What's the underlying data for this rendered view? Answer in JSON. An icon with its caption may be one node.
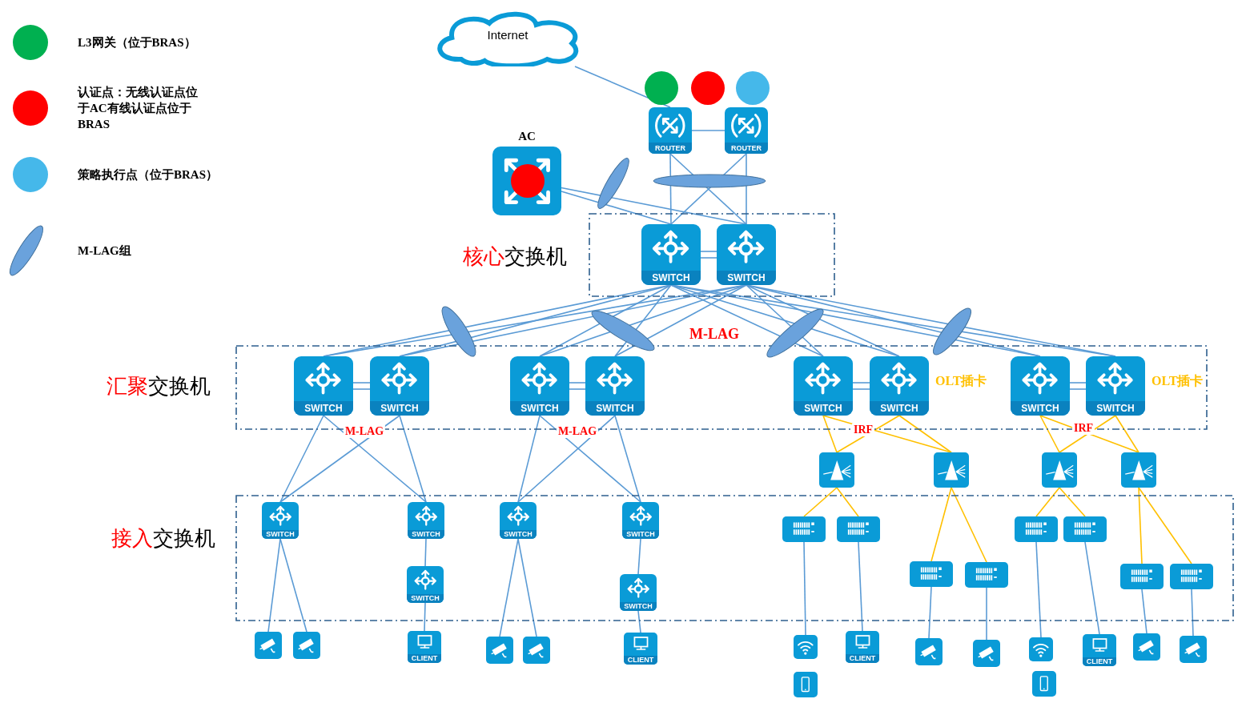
{
  "diagram": {
    "nodes": [
      {
        "text": [
          "Internet"
        ]
      },
      {
        "text": [
          "ROUTER"
        ]
      },
      {
        "text": [
          "ROUTER"
        ]
      },
      {
        "text": [
          "AC"
        ]
      },
      {
        "text": [
          "**核心**交换机"
        ]
      },
      {
        "text": [
          "SWITCH"
        ],
        "in": 4
      },
      {
        "text": [
          "SWITCH"
        ],
        "in": 4
      },
      {
        "text": [
          "**汇聚**交换机"
        ]
      },
      {
        "text": [
          "SWITCH"
        ],
        "in": 7
      },
      {
        "text": [
          "SWITCH"
        ],
        "in": 7
      },
      {
        "text": [
          "SWITCH"
        ],
        "in": 7
      },
      {
        "text": [
          "SWITCH"
        ],
        "in": 7
      },
      {
        "text": [
          "SWITCH"
        ],
        "in": 7
      },
      {
        "text": [
          "SWITCH"
        ],
        "in": 7,
        "beside": [
          "OLT插卡"
        ]
      },
      {
        "text": [
          "SWITCH"
        ],
        "in": 7
      },
      {
        "text": [
          "SWITCH"
        ],
        "in": 7,
        "beside": [
          "OLT插卡"
        ]
      },
      {
        "text": [
          "**接入**交换机"
        ]
      },
      {
        "text": [
          "SWITCH"
        ],
        "in": 16
      },
      {
        "text": [
          "SWITCH"
        ],
        "in": 16
      },
      {
        "text": [
          "SWITCH"
        ],
        "in": 16
      },
      {
        "text": [
          "SWITCH"
        ],
        "in": 16
      },
      {
        "text": [
          "SWITCH"
        ],
        "in": 16
      },
      {
        "text": [
          "SWITCH"
        ],
        "in": 16
      },
      {
        "text": [],
        "shape": "picture"
      },
      {
        "text": [],
        "shape": "picture"
      },
      {
        "text": [],
        "shape": "picture"
      },
      {
        "text": [],
        "shape": "picture"
      },
      {
        "text": [],
        "shape": "picture",
        "in": 16
      },
      {
        "text": [],
        "shape": "picture",
        "in": 16
      },
      {
        "text": [],
        "shape": "picture",
        "in": 16
      },
      {
        "text": [],
        "shape": "picture",
        "in": 16
      },
      {
        "text": [],
        "shape": "picture",
        "in": 16
      },
      {
        "text": [],
        "shape": "picture",
        "in": 16
      },
      {
        "text": [],
        "shape": "picture",
        "in": 16
      },
      {
        "text": [],
        "shape": "picture",
        "in": 16
      },
      {
        "text": [],
        "shape": "picture"
      },
      {
        "text": [],
        "shape": "picture"
      },
      {
        "text": [
          "CLIENT"
        ]
      },
      {
        "text": [],
        "shape": "picture"
      },
      {
        "text": [],
        "shape": "picture"
      },
      {
        "text": [
          "CLIENT"
        ]
      },
      {
        "text": [],
        "shape": "picture"
      },
      {
        "text": [],
        "shape": "picture"
      },
      {
        "text": [
          "CLIENT"
        ]
      },
      {
        "text": [],
        "shape": "picture"
      },
      {
        "text": [],
        "shape": "picture"
      },
      {
        "text": [],
        "shape": "picture"
      },
      {
        "text": [],
        "shape": "picture"
      },
      {
        "text": [
          "CLIENT"
        ]
      },
      {
        "text": [],
        "shape": "picture"
      },
      {
        "text": [],
        "shape": "picture"
      }
    ],
    "edges": [
      {
        "from": 0,
        "to": 1,
        "arrow": "none"
      },
      {
        "from": 1,
        "to": 2,
        "arrow": "none"
      },
      {
        "from": 1,
        "to": 5,
        "arrow": "none"
      },
      {
        "from": 1,
        "to": 6,
        "arrow": "none"
      },
      {
        "from": 2,
        "to": 5,
        "arrow": "none"
      },
      {
        "from": 2,
        "to": 6,
        "arrow": "none"
      },
      {
        "from": 3,
        "to": 5,
        "arrow": "none"
      },
      {
        "from": 3,
        "to": 6,
        "arrow": "none"
      },
      {
        "from": 5,
        "to": 6,
        "arrow": "none"
      },
      {
        "from": 5,
        "to": 6,
        "arrow": "none"
      },
      {
        "from": 5,
        "to": 8,
        "arrow": "none"
      },
      {
        "from": 5,
        "to": 9,
        "arrow": "none"
      },
      {
        "from": 5,
        "to": 10,
        "arrow": "none"
      },
      {
        "from": 5,
        "to": 11,
        "arrow": "none"
      },
      {
        "from": 5,
        "to": 12,
        "arrow": "none"
      },
      {
        "from": 5,
        "to": 13,
        "arrow": "none"
      },
      {
        "from": 5,
        "to": 14,
        "arrow": "none"
      },
      {
        "from": 5,
        "to": 15,
        "arrow": "none"
      },
      {
        "from": 6,
        "to": 8,
        "arrow": "none"
      },
      {
        "from": 6,
        "to": 9,
        "arrow": "none"
      },
      {
        "from": 6,
        "to": 10,
        "arrow": "none"
      },
      {
        "from": 6,
        "to": 11,
        "arrow": "none"
      },
      {
        "from": 6,
        "to": 12,
        "arrow": "none"
      },
      {
        "from": 6,
        "to": 13,
        "arrow": "none"
      },
      {
        "from": 6,
        "to": 14,
        "arrow": "none"
      },
      {
        "from": 6,
        "to": 15,
        "arrow": "none"
      },
      {
        "from": 8,
        "to": 9,
        "arrow": "none"
      },
      {
        "from": 8,
        "to": 9,
        "arrow": "none"
      },
      {
        "from": 10,
        "to": 11,
        "arrow": "none"
      },
      {
        "from": 10,
        "to": 11,
        "arrow": "none"
      },
      {
        "from": 12,
        "to": 13,
        "arrow": "none"
      },
      {
        "from": 12,
        "to": 13,
        "arrow": "none"
      },
      {
        "from": 14,
        "to": 15,
        "arrow": "none"
      },
      {
        "from": 14,
        "to": 15,
        "arrow": "none"
      },
      {
        "from": 8,
        "to": 17,
        "arrow": "none"
      },
      {
        "from": 8,
        "to": 18,
        "arrow": "none"
      },
      {
        "from": 9,
        "to": 17,
        "arrow": "none"
      },
      {
        "from": 9,
        "to": 18,
        "arrow": "none"
      },
      {
        "from": 10,
        "to": 20,
        "arrow": "none"
      },
      {
        "from": 10,
        "to": 21,
        "arrow": "none"
      },
      {
        "from": 11,
        "to": 20,
        "arrow": "none"
      },
      {
        "from": 11,
        "to": 21,
        "arrow": "none"
      },
      {
        "from": 18,
        "to": 19,
        "arrow": "none"
      },
      {
        "from": 21,
        "to": 22,
        "arrow": "none"
      },
      {
        "from": 17,
        "to": 35,
        "arrow": "none"
      },
      {
        "from": 17,
        "to": 36,
        "arrow": "none"
      },
      {
        "from": 19,
        "to": 37,
        "arrow": "none"
      },
      {
        "from": 20,
        "to": 38,
        "arrow": "none"
      },
      {
        "from": 20,
        "to": 39,
        "arrow": "none"
      },
      {
        "from": 22,
        "to": 40,
        "arrow": "none"
      },
      {
        "from": 12,
        "to": 23,
        "arrow": "none",
        "color": "#ffc000"
      },
      {
        "from": 12,
        "to": 24,
        "arrow": "none",
        "color": "#ffc000"
      },
      {
        "from": 13,
        "to": 23,
        "arrow": "none",
        "color": "#ffc000"
      },
      {
        "from": 13,
        "to": 24,
        "arrow": "none",
        "color": "#ffc000"
      },
      {
        "from": 14,
        "to": 25,
        "arrow": "none",
        "color": "#ffc000"
      },
      {
        "from": 14,
        "to": 26,
        "arrow": "none",
        "color": "#ffc000"
      },
      {
        "from": 15,
        "to": 25,
        "arrow": "none",
        "color": "#ffc000"
      },
      {
        "from": 15,
        "to": 26,
        "arrow": "none",
        "color": "#ffc000"
      },
      {
        "from": 23,
        "to": 27,
        "arrow": "none",
        "color": "#ffc000"
      },
      {
        "from": 23,
        "to": 28,
        "arrow": "none",
        "color": "#ffc000"
      },
      {
        "from": 24,
        "to": 29,
        "arrow": "none",
        "color": "#ffc000"
      },
      {
        "from": 24,
        "to": 30,
        "arrow": "none",
        "color": "#ffc000"
      },
      {
        "from": 25,
        "to": 31,
        "arrow": "none",
        "color": "#ffc000"
      },
      {
        "from": 25,
        "to": 32,
        "arrow": "none",
        "color": "#ffc000"
      },
      {
        "from": 26,
        "to": 33,
        "arrow": "none",
        "color": "#ffc000"
      },
      {
        "from": 26,
        "to": 34,
        "arrow": "none",
        "color": "#ffc000"
      },
      {
        "from": 27,
        "to": 41,
        "arrow": "none"
      },
      {
        "from": 28,
        "to": 43,
        "arrow": "none"
      },
      {
        "from": 29,
        "to": 44,
        "arrow": "none"
      },
      {
        "from": 30,
        "to": 45,
        "arrow": "none"
      },
      {
        "from": 31,
        "to": 46,
        "arrow": "none"
      },
      {
        "from": 32,
        "to": 48,
        "arrow": "none"
      },
      {
        "from": 33,
        "to": 49,
        "arrow": "none"
      },
      {
        "from": 34,
        "to": 50,
        "arrow": "none"
      }
    ],
    "labels": [
      "M-LAG",
      "M-LAG",
      "M-LAG",
      "IRF",
      "IRF"
    ],
    "legend": [
      {
        "text": "L3网关（位于BRAS）",
        "color": "#00b050"
      },
      {
        "text": "认证点：无线认证点位于AC有线认证点位于BRAS",
        "color": "#ff0000"
      },
      {
        "text": "策略执行点（位于BRAS）",
        "color": "#45b8ea"
      },
      {
        "text": "M-LAG组"
      }
    ]
  }
}
